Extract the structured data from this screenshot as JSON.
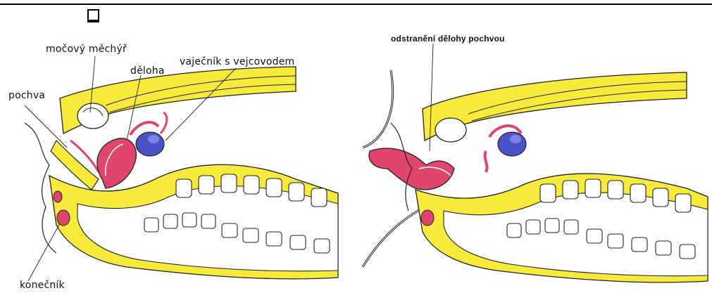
{
  "left_panel": {
    "labels": {
      "bladder": "močový měchýř",
      "uterus": "děloha",
      "ovary": "vaječník s vejcovodem",
      "vagina": "pochva",
      "rectum": "konečník"
    }
  },
  "right_panel": {
    "labels": {
      "procedure": "odstranění dělohy pochvou"
    }
  },
  "colors": {
    "tissue": "#f7ea3a",
    "uterus": "#e0466c",
    "ovary": "#4a52c8",
    "outline": "#222222"
  }
}
